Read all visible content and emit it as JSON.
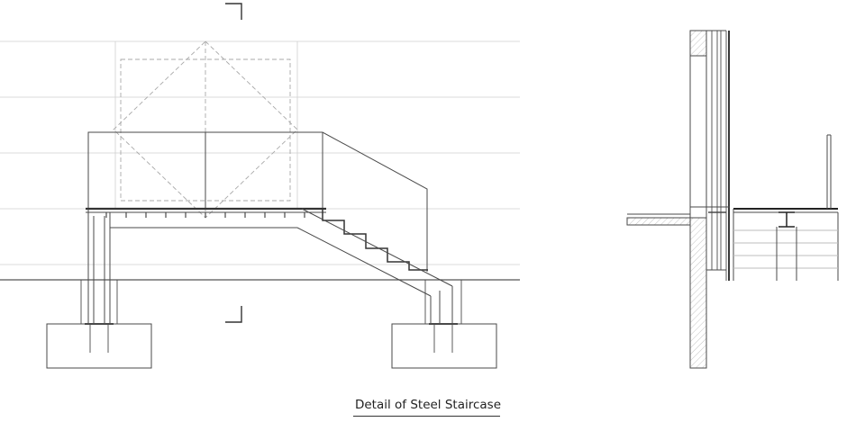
{
  "caption": "Detail of Steel Staircase",
  "colors": {
    "line": "#4a4a4a",
    "light": "#c9c9c9",
    "dash": "#a8a8a8",
    "text": "#222222"
  },
  "views": [
    "staircase-elevation",
    "wall-section"
  ]
}
